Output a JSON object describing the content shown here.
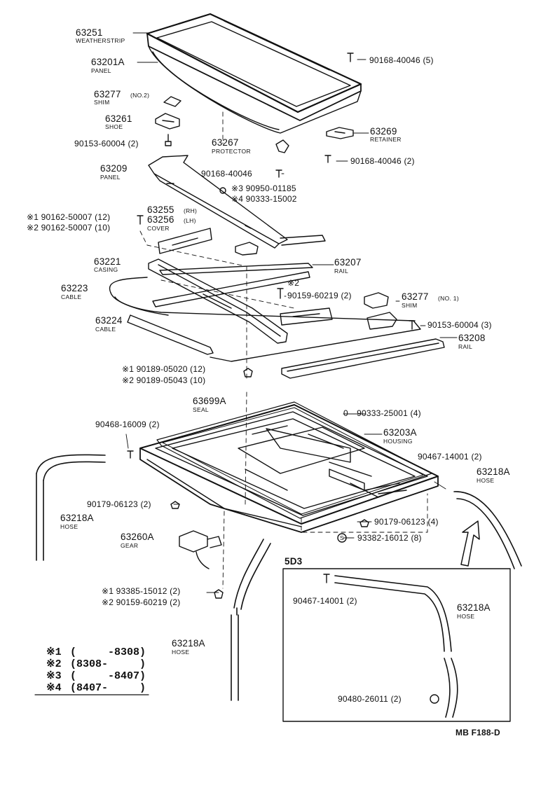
{
  "parts": {
    "weatherstrip": {
      "number": "63251",
      "name": "WEATHERSTRIP"
    },
    "panel_a": {
      "number": "63201A",
      "name": "PANEL"
    },
    "shim_no2": {
      "number": "63277",
      "variant": "(NO.2)",
      "name": "SHIM"
    },
    "shoe": {
      "number": "63261",
      "name": "SHOE"
    },
    "bolt_90153_left": {
      "text": "90153-60004 (2)"
    },
    "protector": {
      "number": "63267",
      "name": "PROTECTOR"
    },
    "retainer": {
      "number": "63269",
      "name": "RETAINER"
    },
    "screw_top": {
      "text": "90168-40046 (5)"
    },
    "screw_right": {
      "text": "90168-40046 (2)"
    },
    "screw_mid": {
      "text": "90168-40046"
    },
    "panel_b": {
      "number": "63209",
      "name": "PANEL"
    },
    "clip_3": {
      "text": "※3 90950-01185"
    },
    "clip_4": {
      "text": "※4 90333-15002"
    },
    "screw_1": {
      "text": "※1 90162-50007 (12)"
    },
    "screw_2": {
      "text": "※2 90162-50007 (10)"
    },
    "cover": {
      "number_rh": "63255",
      "rh": "(RH)",
      "number_lh": "63256",
      "lh": "(LH)",
      "name": "COVER"
    },
    "casing": {
      "number": "63221",
      "name": "CASING"
    },
    "rail_a": {
      "number": "63207",
      "name": "RAIL"
    },
    "cable_a": {
      "number": "63223",
      "name": "CABLE"
    },
    "mark_2": {
      "text": "※2"
    },
    "screw_90159_mid": {
      "text": "90159-60219 (2)"
    },
    "shim_no1": {
      "number": "63277",
      "variant": "(NO. 1)",
      "name": "SHIM"
    },
    "cable_b": {
      "number": "63224",
      "name": "CABLE"
    },
    "bolt_90153_right": {
      "text": "90153-60004 (3)"
    },
    "rail_b": {
      "number": "63208",
      "name": "RAIL"
    },
    "nut_1": {
      "text": "※1 90189-05020 (12)"
    },
    "nut_2": {
      "text": "※2 90189-05043 (10)"
    },
    "seal": {
      "number": "63699A",
      "name": "SEAL"
    },
    "clip_90333": {
      "text": "0—90333-25001 (4)"
    },
    "clamp_90468": {
      "text": "90468-16009 (2)"
    },
    "housing": {
      "number": "63203A",
      "name": "HOUSING"
    },
    "clamp_90467_right": {
      "text": "90467-14001 (2)"
    },
    "hose_right": {
      "number": "63218A",
      "name": "HOSE"
    },
    "hose_left": {
      "number": "63218A",
      "name": "HOSE"
    },
    "nut_90179_left": {
      "text": "90179-06123 (2)"
    },
    "nut_90179_right": {
      "text": "90179-06123 (4)"
    },
    "gear": {
      "number": "63260A",
      "name": "GEAR"
    },
    "screw_93382": {
      "text": "93382-16012 (8)",
      "marker": "S"
    },
    "screw_93385": {
      "text": "※1 93385-15012 (2)"
    },
    "screw_90159_bottom": {
      "text": "※2 90159-60219 (2)"
    },
    "hose_bottom": {
      "number": "63218A",
      "name": "HOSE"
    },
    "inset": {
      "title": "5D3",
      "clamp": {
        "text": "90467-14001 (2)"
      },
      "hose": {
        "number": "63218A",
        "name": "HOSE"
      },
      "grommet": {
        "text": "90480-26011 (2)"
      }
    }
  },
  "legend": [
    {
      "mark": "※1",
      "text": "(     -8308)"
    },
    {
      "mark": "※2",
      "text": "(8308-     )"
    },
    {
      "mark": "※3",
      "text": "(     -8407)"
    },
    {
      "mark": "※4",
      "text": "(8407-     )"
    }
  ],
  "figure_code": "MB F188-D"
}
